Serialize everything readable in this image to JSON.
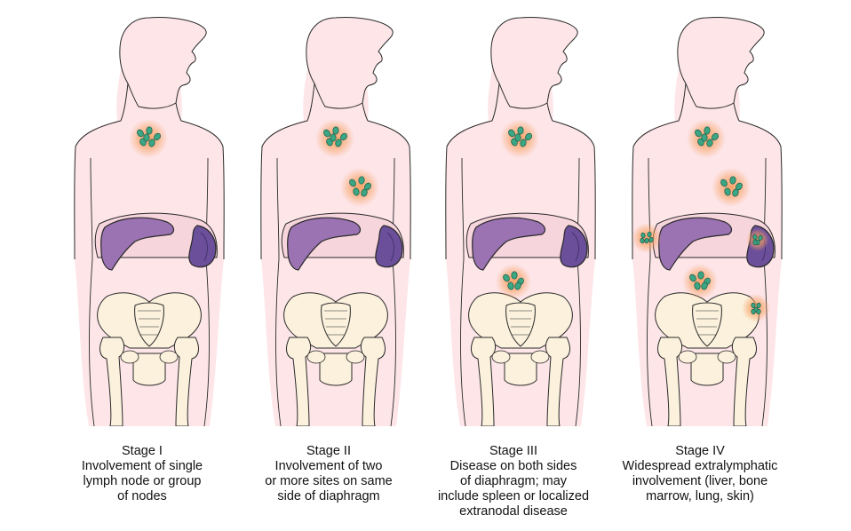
{
  "colors": {
    "skin": "#fde5e8",
    "outline": "#2a2a2a",
    "organ": "#9b72b2",
    "organ_dark": "#6b4f9a",
    "bone": "#fbf1dc",
    "node": "#3aa684",
    "glow": "#f7a162"
  },
  "stages": [
    {
      "title": "Stage I",
      "lines": [
        "Involvement of single",
        "lymph node or group",
        "of nodes"
      ],
      "sites": [
        "neck"
      ]
    },
    {
      "title": "Stage II",
      "lines": [
        "Involvement of two",
        "or more sites on same",
        "side of diaphragm"
      ],
      "sites": [
        "neck",
        "chest"
      ]
    },
    {
      "title": "Stage III",
      "lines": [
        "Disease on both sides",
        "of diaphragm; may",
        "include spleen or localized",
        "extranodal disease"
      ],
      "sites": [
        "neck",
        "abdomen"
      ]
    },
    {
      "title": "Stage IV",
      "lines": [
        "Widespread extralymphatic",
        "involvement (liver, bone",
        "marrow, lung, skin)"
      ],
      "sites": [
        "neck",
        "chest",
        "liver",
        "spleen",
        "abdomen",
        "hip"
      ]
    }
  ]
}
